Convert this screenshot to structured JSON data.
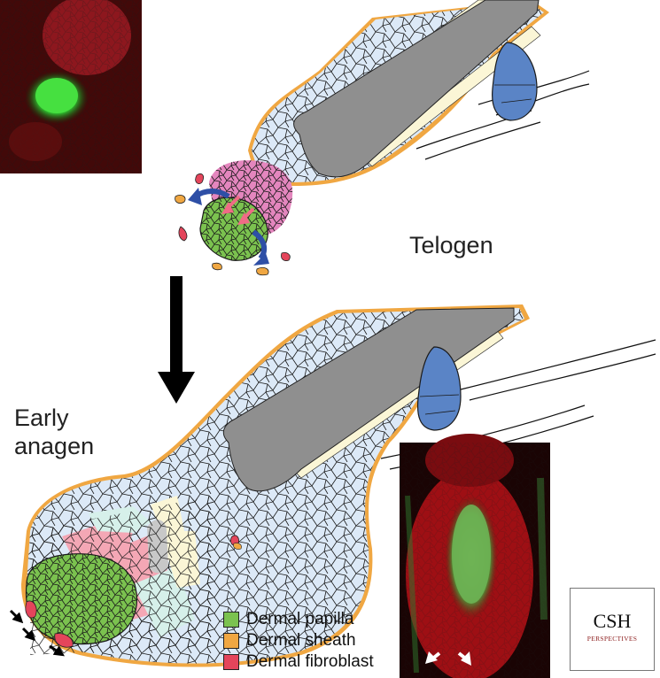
{
  "labels": {
    "telogen": "Telogen",
    "early_anagen_line1": "Early",
    "early_anagen_line2": "anagen"
  },
  "legend": [
    {
      "label": "Dermal papilla",
      "color": "#7bc24f"
    },
    {
      "label": "Dermal sheath",
      "color": "#f0a742"
    },
    {
      "label": "Dermal fibroblast",
      "color": "#e4455b"
    }
  ],
  "logo": {
    "title": "CSH",
    "subtitle": "PERSPECTIVES"
  },
  "colors": {
    "epithelium": "#dce9f7",
    "hair_shaft": "#8f8f8f",
    "inner_root_sheath": "#fbf6d6",
    "sebaceous_gland": "#5a84c6",
    "hair_germ": "#e486be",
    "dermal_papilla": "#7bc24f",
    "dermal_sheath": "#f0a742",
    "dermal_fibroblast": "#e4455b",
    "migration_arrow": "#2e4fa6",
    "pink_arrow": "#f06b86",
    "matrix_pink": "#f4a7b5",
    "matrix_cyan": "#d6f0ea"
  }
}
